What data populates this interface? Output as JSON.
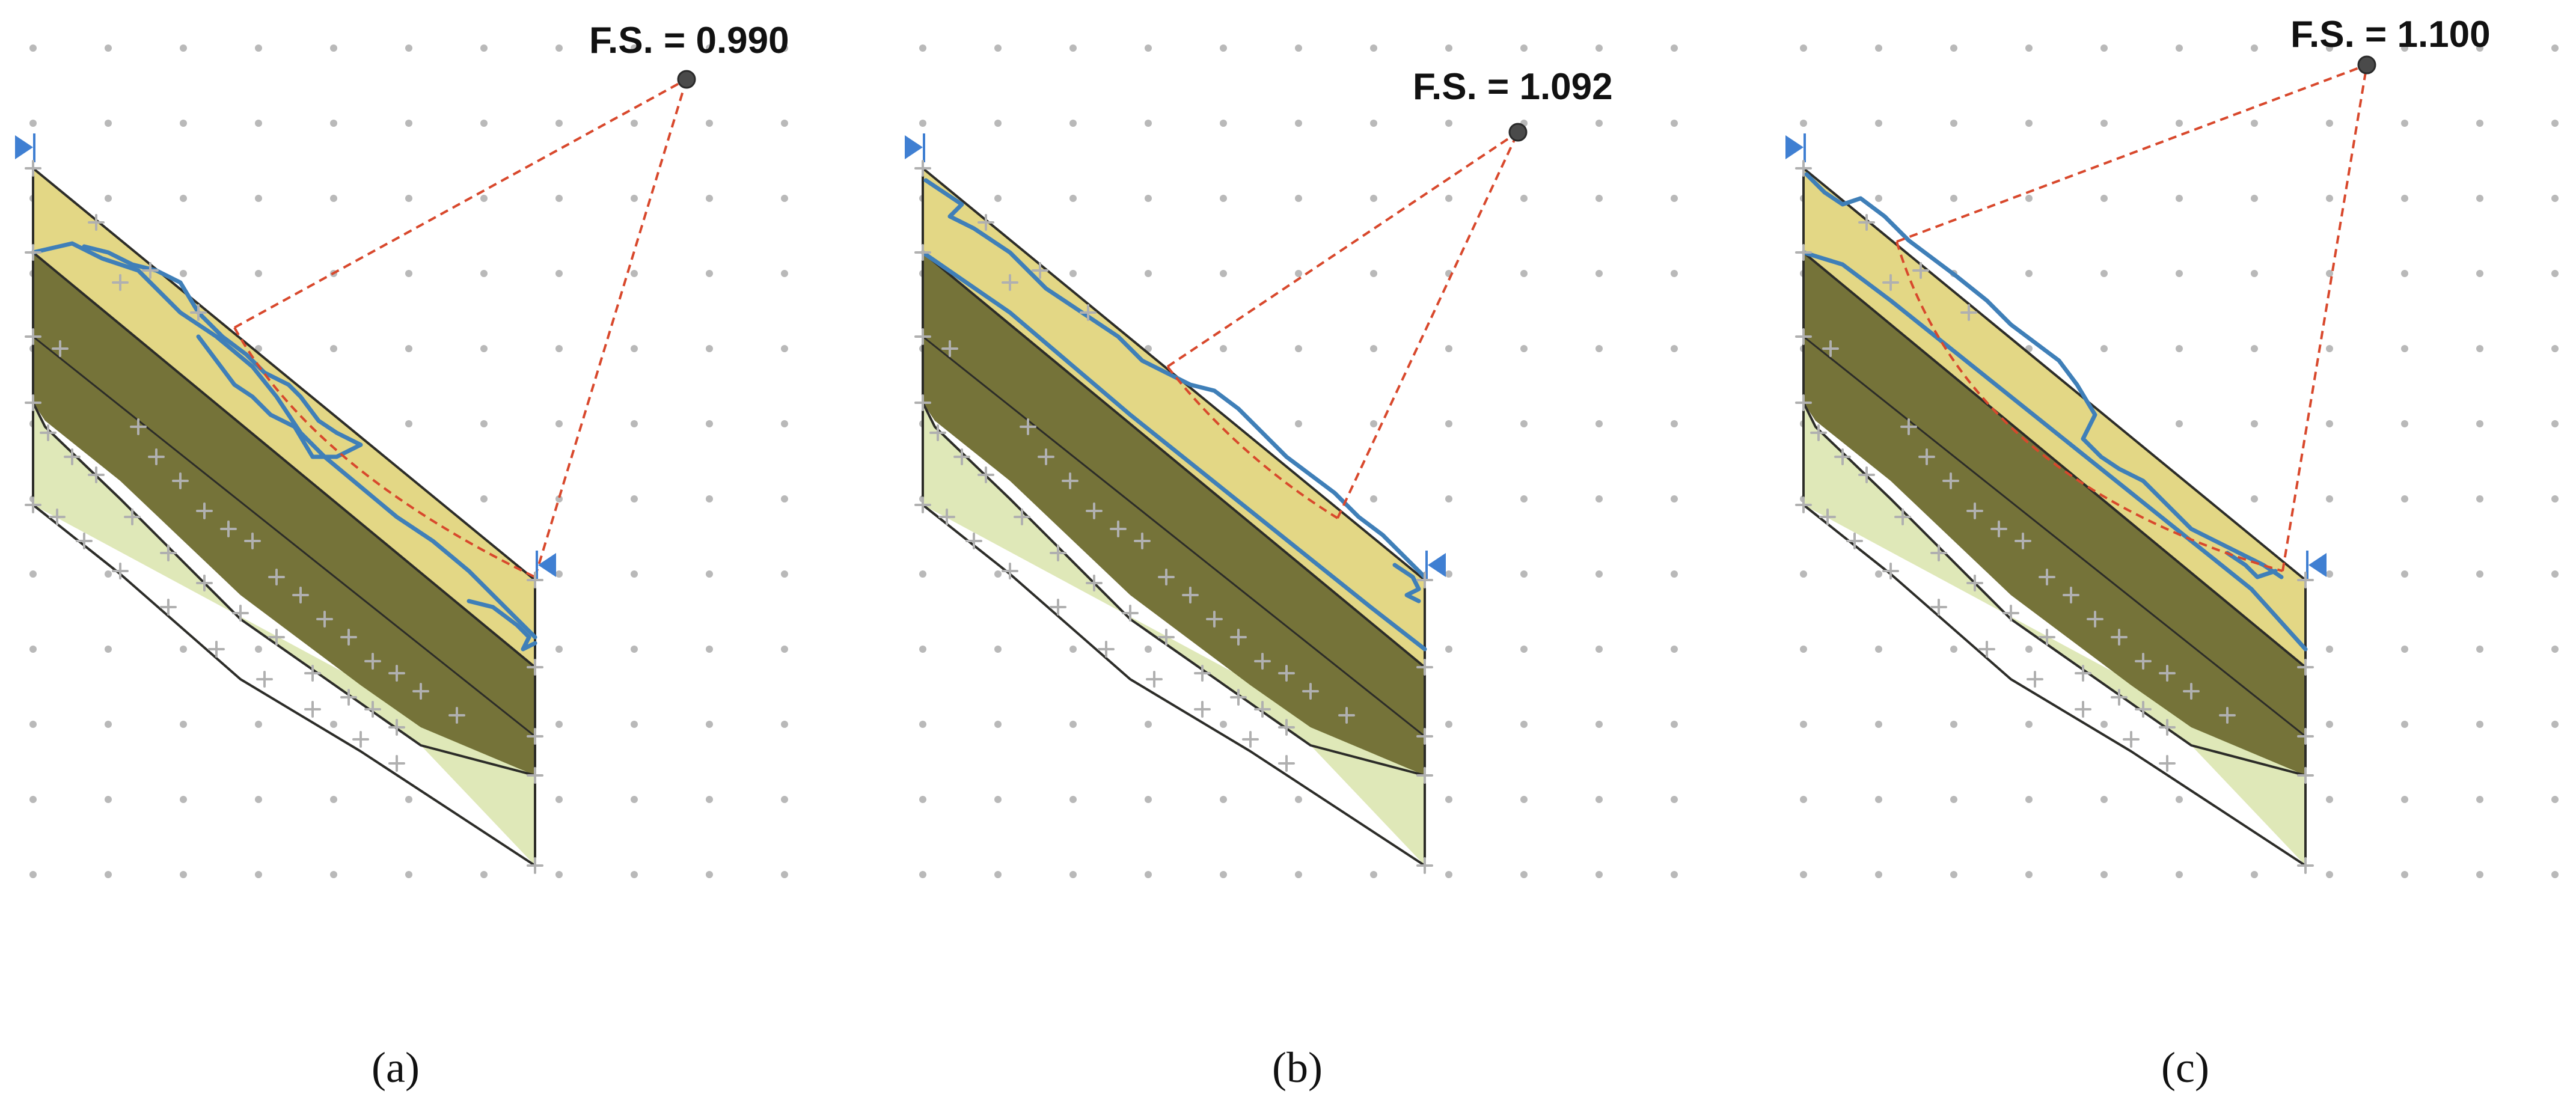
{
  "panels": [
    {
      "caption": "(a)",
      "fs_label": "F.S. = 0.990",
      "factor_of_safety": 0.99
    },
    {
      "caption": "(b)",
      "fs_label": "F.S. = 1.092",
      "factor_of_safety": 1.092
    },
    {
      "caption": "(c)",
      "fs_label": "F.S. = 1.100",
      "factor_of_safety": 1.1
    }
  ],
  "colors": {
    "upper_layer": "#e3d785",
    "middle_layer": "#757339",
    "lower_layer": "#dfe8b8",
    "water_table": "#3f7fb8",
    "slip_surface": "#d8482c",
    "limit_markers": "#3f7fd2",
    "grid_dots": "#b9b9b9"
  }
}
